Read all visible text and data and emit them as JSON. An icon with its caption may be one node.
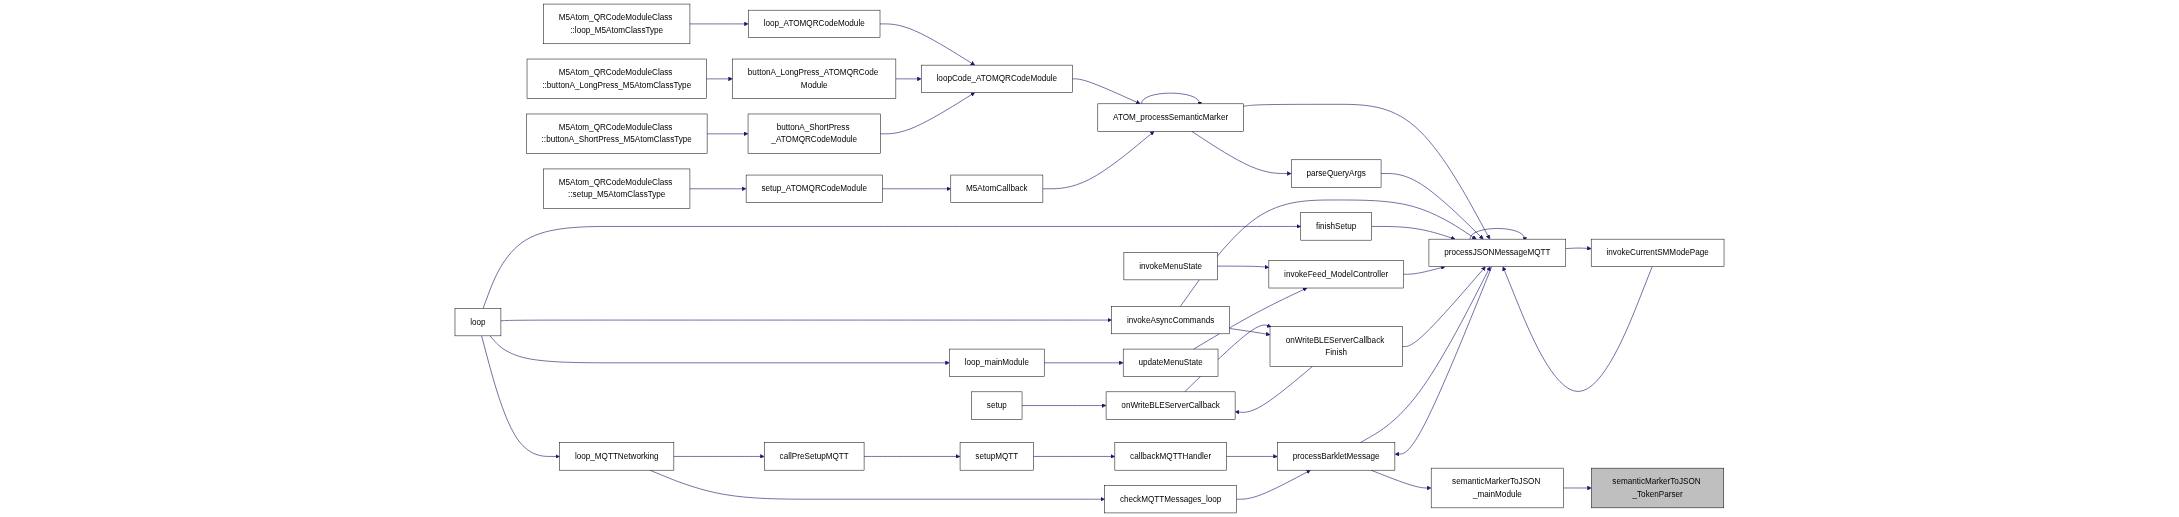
{
  "diagram": {
    "nodes": [
      {
        "text": [
          "M5Atom_QRCodeModuleClass ::loop_M5AtomClassType"
        ]
      },
      {
        "text": [
          "M5Atom_QRCodeModuleClass ::buttonA_LongPress_M5AtomClassType"
        ]
      },
      {
        "text": [
          "M5Atom_QRCodeModuleClass ::buttonA_ShortPress_M5AtomClassType"
        ]
      },
      {
        "text": [
          "M5Atom_QRCodeModuleClass ::setup_M5AtomClassType"
        ]
      },
      {
        "text": [
          "loop"
        ]
      },
      {
        "text": [
          "loop_ATOMQRCodeModule"
        ]
      },
      {
        "text": [
          "buttonA_LongPress_ATOMQRCode Module"
        ]
      },
      {
        "text": [
          "buttonA_ShortPress _ATOMQRCodeModule"
        ]
      },
      {
        "text": [
          "setup_ATOMQRCodeModule"
        ]
      },
      {
        "text": [
          "loop_MQTTNetworking"
        ]
      },
      {
        "text": [
          "loop_mainModule"
        ]
      },
      {
        "text": [
          "setup"
        ]
      },
      {
        "text": [
          "finishSetup"
        ]
      },
      {
        "text": [
          "loopCode_ATOMQRCodeModule"
        ]
      },
      {
        "text": [
          "M5AtomCallback"
        ]
      },
      {
        "text": [
          "callPreSetupMQTT"
        ]
      },
      {
        "text": [
          "invokeMenuState"
        ]
      },
      {
        "text": [
          "updateMenuState"
        ]
      },
      {
        "text": [
          "onWriteBLEServerCallback"
        ]
      },
      {
        "text": [
          "invokeAsyncCommands"
        ]
      },
      {
        "text": [
          "ATOM_processSemanticMarker"
        ]
      },
      {
        "text": [
          "setupMQTT"
        ]
      },
      {
        "text": [
          "invokeFeed_ModelController"
        ]
      },
      {
        "text": [
          "onWriteBLEServerCallback Finish"
        ]
      },
      {
        "text": [
          "invokeCurrentSMModePage"
        ]
      },
      {
        "text": [
          "parseQueryArgs"
        ]
      },
      {
        "text": [
          "callbackMQTTHandler"
        ]
      },
      {
        "text": [
          "checkMQTTMessages_loop"
        ]
      },
      {
        "text": [
          "processJSONMessageMQTT"
        ]
      },
      {
        "text": [
          "processBarkletMessage"
        ]
      },
      {
        "text": [
          "semanticMarkerToJSON _mainModule"
        ]
      },
      {
        "text": [
          "semanticMarkerToJSON _TokenParser"
        ]
      }
    ],
    "edges": [
      {
        "from": 4,
        "to": 9,
        "arrow": "to"
      },
      {
        "from": 4,
        "to": 10,
        "arrow": "to"
      },
      {
        "from": 4,
        "to": 19,
        "arrow": "to"
      },
      {
        "from": 4,
        "to": 12,
        "arrow": "to"
      },
      {
        "from": 0,
        "to": 5,
        "arrow": "to"
      },
      {
        "from": 1,
        "to": 6,
        "arrow": "to"
      },
      {
        "from": 2,
        "to": 7,
        "arrow": "to"
      },
      {
        "from": 3,
        "to": 8,
        "arrow": "to"
      },
      {
        "from": 5,
        "to": 13,
        "arrow": "to"
      },
      {
        "from": 6,
        "to": 13,
        "arrow": "to"
      },
      {
        "from": 7,
        "to": 13,
        "arrow": "to"
      },
      {
        "from": 8,
        "to": 14,
        "arrow": "to"
      },
      {
        "from": 13,
        "to": 20,
        "arrow": "to"
      },
      {
        "from": 14,
        "to": 20,
        "arrow": "to"
      },
      {
        "from": 20,
        "to": 20,
        "arrow": "to"
      },
      {
        "from": 20,
        "to": 28,
        "arrow": "to"
      },
      {
        "from": 20,
        "to": 25,
        "arrow": "to"
      },
      {
        "from": 25,
        "to": 28,
        "arrow": "to"
      },
      {
        "from": 9,
        "to": 15,
        "arrow": "to"
      },
      {
        "from": 15,
        "to": 21,
        "arrow": "to"
      },
      {
        "from": 21,
        "to": 26,
        "arrow": "to"
      },
      {
        "from": 9,
        "to": 27,
        "arrow": "to"
      },
      {
        "from": 16,
        "to": 22,
        "arrow": "to"
      },
      {
        "from": 10,
        "to": 17,
        "arrow": "to"
      },
      {
        "from": 17,
        "to": 22,
        "arrow": "to"
      },
      {
        "from": 11,
        "to": 18,
        "arrow": "to"
      },
      {
        "from": 23,
        "to": 18,
        "arrow": "to"
      },
      {
        "from": 18,
        "to": 23,
        "arrow": "to"
      },
      {
        "from": 19,
        "to": 23,
        "arrow": "to"
      },
      {
        "from": 19,
        "to": 28,
        "arrow": "to"
      },
      {
        "from": 12,
        "to": 28,
        "arrow": "to"
      },
      {
        "from": 22,
        "to": 28,
        "arrow": "to"
      },
      {
        "from": 23,
        "to": 28,
        "arrow": "to"
      },
      {
        "from": 28,
        "to": 28,
        "arrow": "to"
      },
      {
        "from": 28,
        "to": 24,
        "arrow": "to"
      },
      {
        "from": 24,
        "to": 28,
        "arrow": "to"
      },
      {
        "from": 26,
        "to": 29,
        "arrow": "to"
      },
      {
        "from": 27,
        "to": 29,
        "arrow": "to"
      },
      {
        "from": 28,
        "to": 29,
        "arrow": "to"
      },
      {
        "from": 29,
        "to": 28,
        "arrow": "to"
      },
      {
        "from": 29,
        "to": 30,
        "arrow": "to"
      },
      {
        "from": 30,
        "to": 31,
        "arrow": "to"
      }
    ]
  }
}
